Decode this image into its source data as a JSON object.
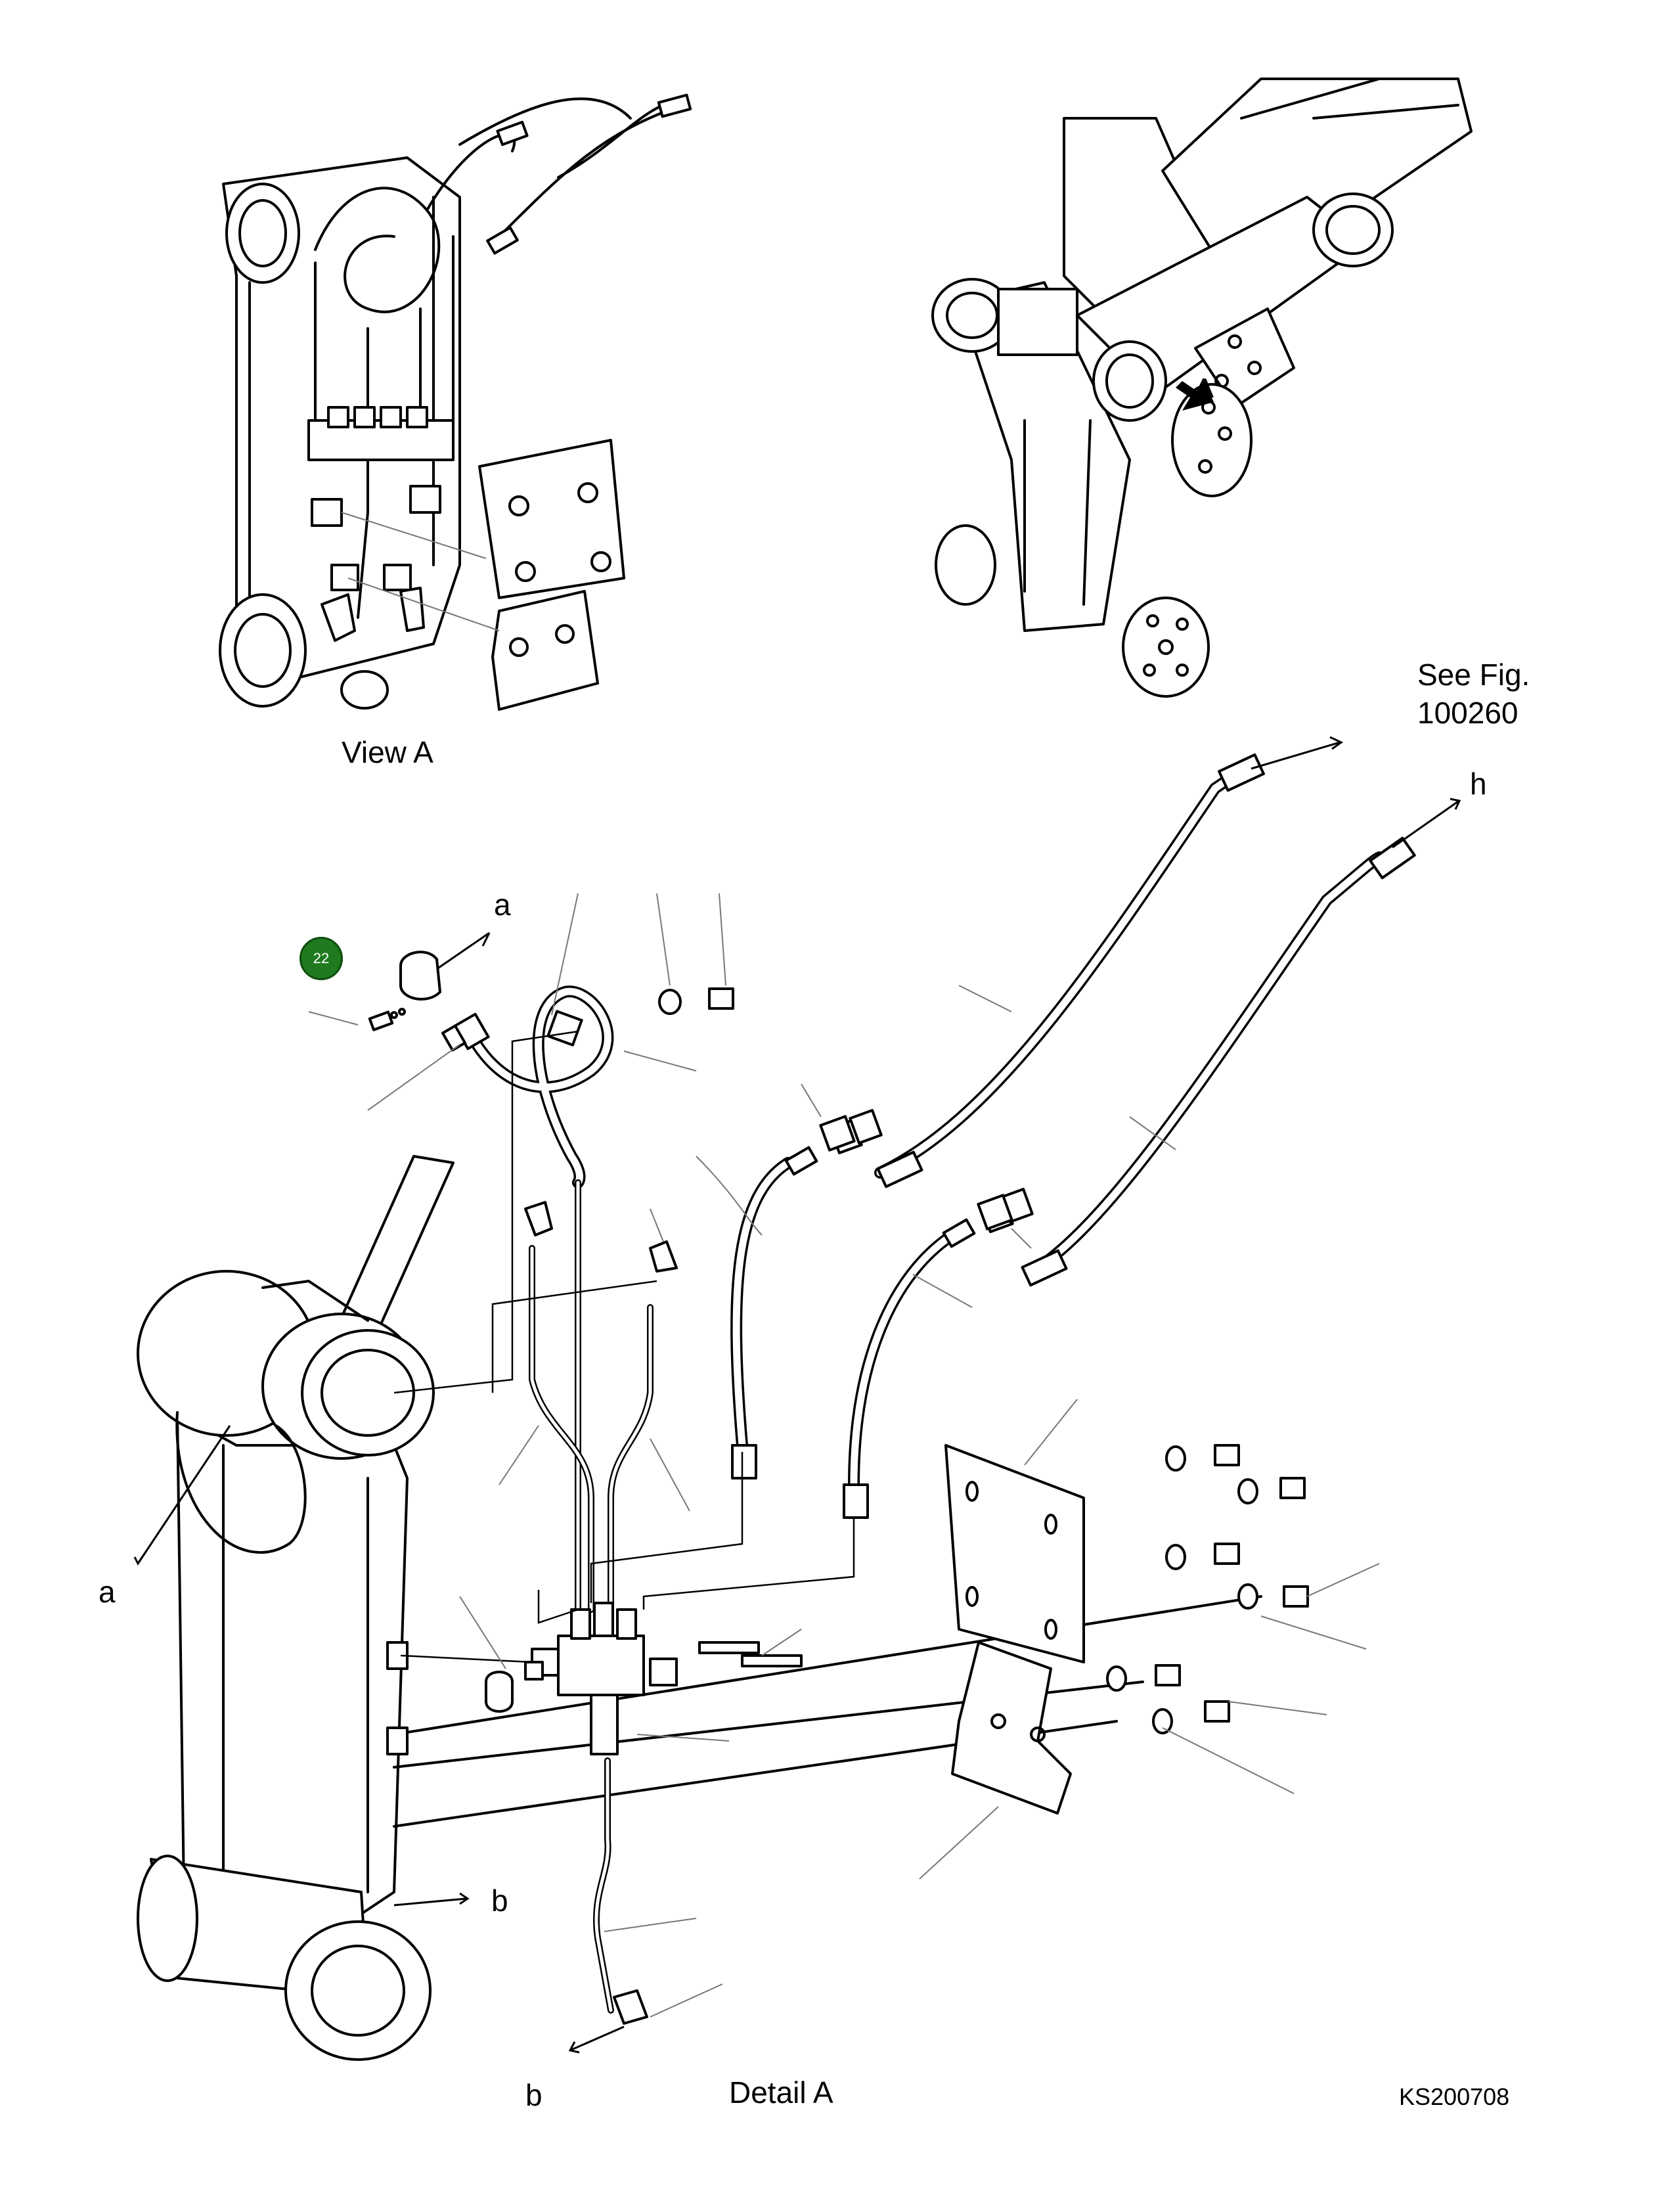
{
  "labels": {
    "view_a": "View A",
    "see_fig_line1": "See Fig.",
    "see_fig_line2": "100260",
    "arrow_a_callout": "A",
    "connector_a_top": "a",
    "connector_a_left": "a",
    "connector_h": "h",
    "connector_b_right": "b",
    "connector_b_bottom": "b",
    "detail_a": "Detail A",
    "drawing_id": "KS200708"
  },
  "callouts": [
    {
      "number": "22",
      "color": "#1f7a1f"
    }
  ]
}
